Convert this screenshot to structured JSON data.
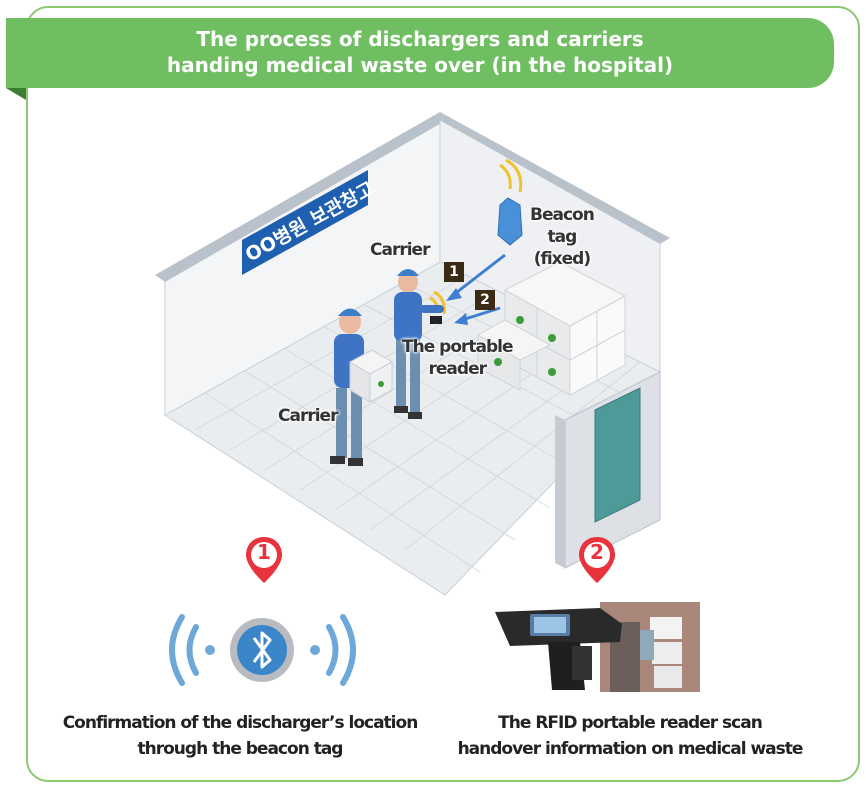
{
  "title": {
    "line1": "The process of dischargers and carriers",
    "line2": "handing medical waste over (in the hospital)"
  },
  "scene": {
    "sign": "OO병원 보관창고",
    "carrier_top": "Carrier",
    "carrier_bottom": "Carrier",
    "beacon_line1": "Beacon",
    "beacon_line2": "tag",
    "beacon_line3": "(fixed)",
    "reader_line1": "The portable",
    "reader_line2": "reader",
    "step1": "1",
    "step2": "2"
  },
  "steps": [
    {
      "number": "1",
      "icon": "bluetooth-icon",
      "caption_line1": "Confirmation of the discharger’s location",
      "caption_line2": "through the beacon tag"
    },
    {
      "number": "2",
      "icon": "rfid-reader-photo",
      "caption_line1": "The RFID portable reader scan",
      "caption_line2": "handover information on medical waste"
    }
  ],
  "colors": {
    "frame": "#8cc870",
    "ribbon": "#6fbe62",
    "pin": "#e8323c",
    "bluetooth": "#3b86c8",
    "sign": "#1f5fb0"
  }
}
